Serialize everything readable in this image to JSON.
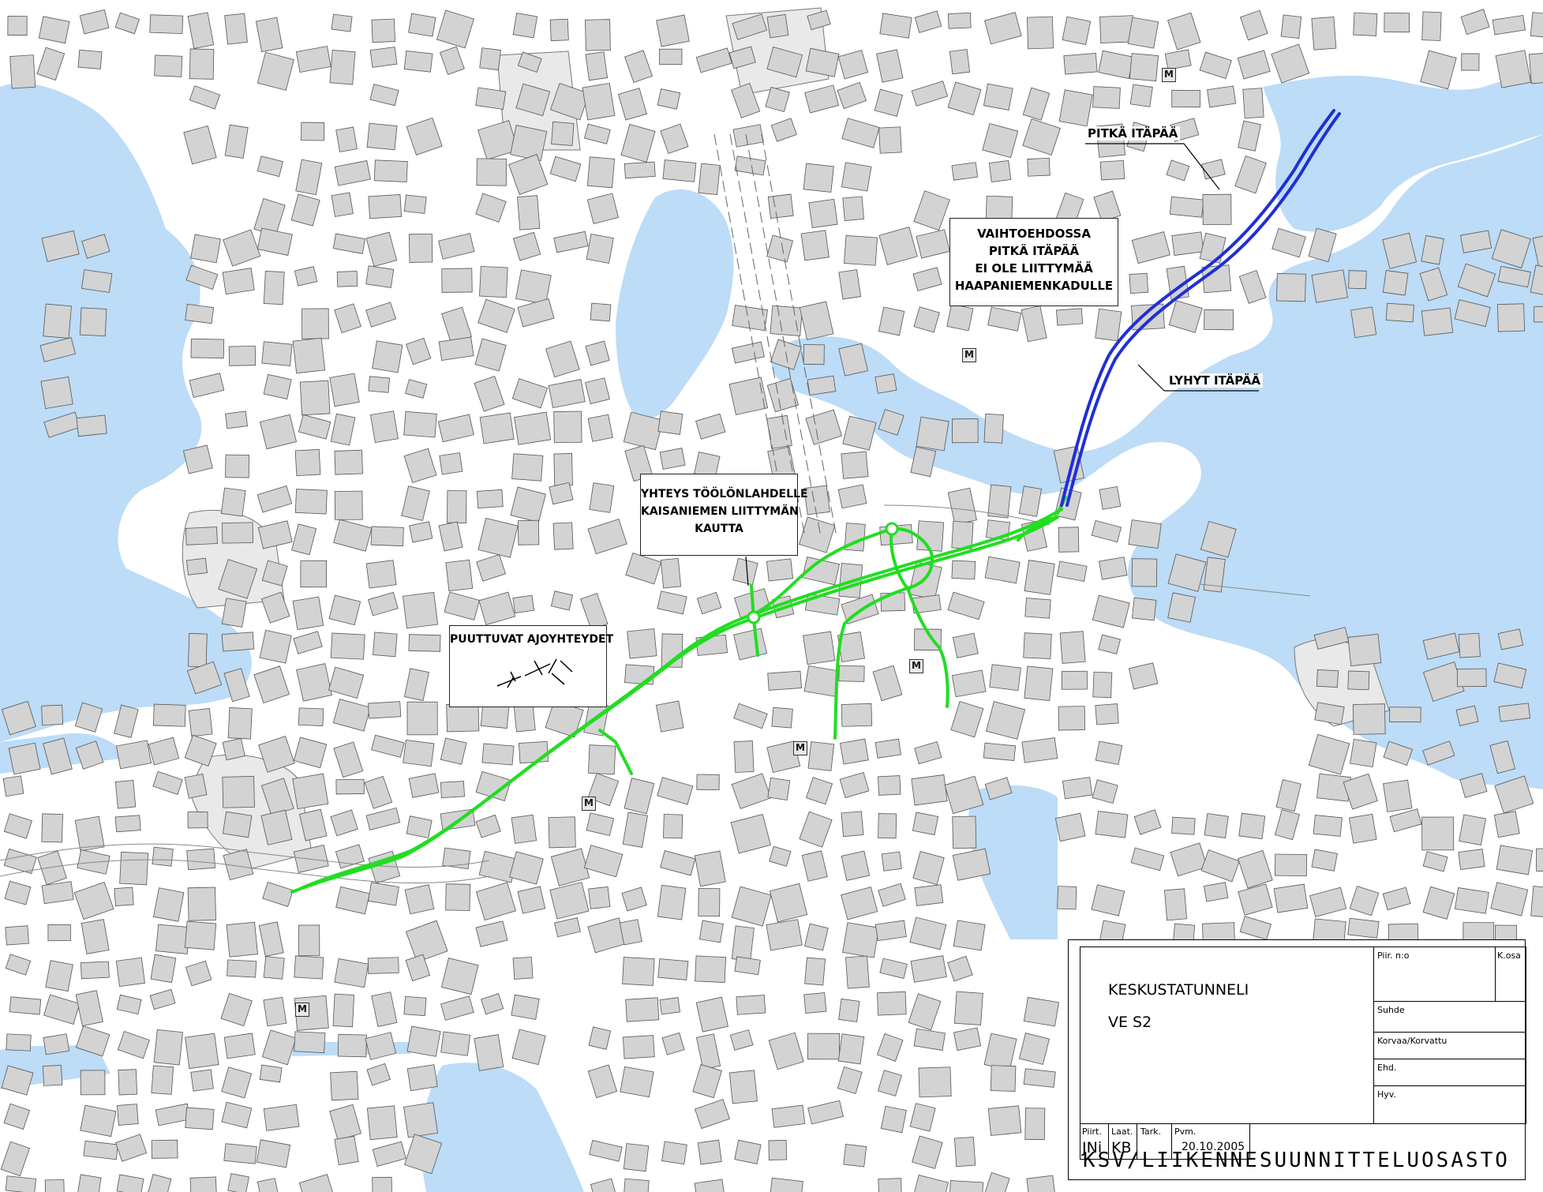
{
  "colors": {
    "water": "#bcdcf7",
    "building": "#d3d3d3",
    "building_stroke": "#555555",
    "street_bg": "#ffffff",
    "tunnel_green": "#22dd22",
    "tunnel_blue": "#1f2fd6"
  },
  "callouts": {
    "vaihtoehdossa": [
      "VAIHTOEHDOSSA",
      "PITKÄ ITÄPÄÄ",
      "EI OLE LIITTYMÄÄ",
      "HAAPANIEMENKADULLE"
    ],
    "yhteys": [
      "YHTEYS TÖÖLÖNLAHDELLE",
      "KAISANIEMEN LIITTYMÄN",
      "KAUTTA"
    ],
    "puuttuvat": "PUUTTUVAT AJOYHTEYDET"
  },
  "labels": {
    "pitka_itapaa": "PITKÄ ITÄPÄÄ",
    "lyhyt_itapaa": "LYHYT ITÄPÄÄ"
  },
  "metro_symbol": "M",
  "title_block": {
    "title_line1": "KESKUSTATUNNELI",
    "title_line2": "VE S2",
    "piir_no_label": "Piir. n:o",
    "k_osa_label": "K.osa",
    "suhde_label": "Suhde",
    "korvaa_label": "Korvaa/Korvattu",
    "ehd_label": "Ehd.",
    "hyv_label": "Hyv.",
    "piirt_label": "Piirt.",
    "piirt_value": "JNi",
    "laat_label": "Laat.",
    "laat_value": "KB",
    "tark_label": "Tark.",
    "pvm_label": "Pvm.",
    "pvm_value": "20.10.2005",
    "organization": "KSV/LIIKENNESUUNNITTELUOSASTO"
  }
}
